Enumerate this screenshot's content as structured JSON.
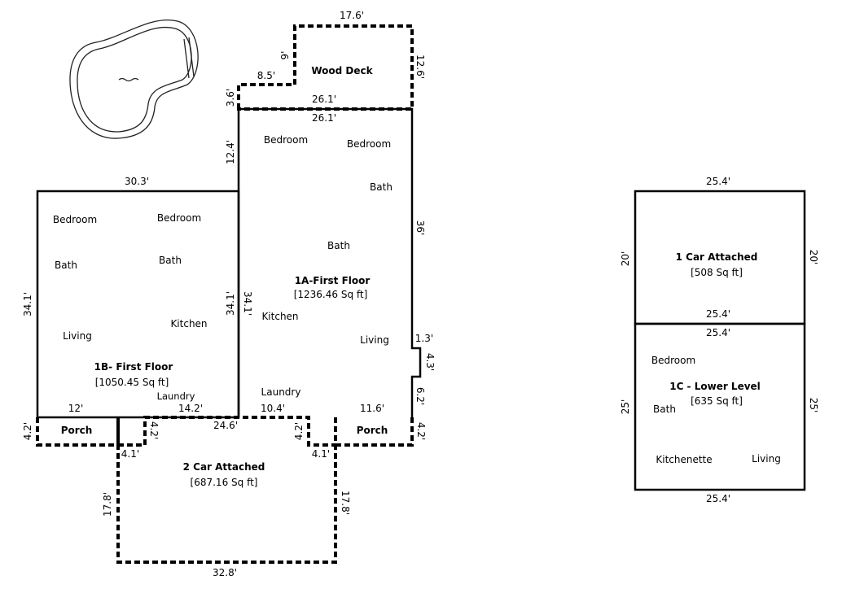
{
  "wood_deck": {
    "title": "Wood Deck",
    "dims": {
      "top": "17.6'",
      "right": "12.6'",
      "step_v": "9'",
      "step_h": "8.5'",
      "left": "3.6'",
      "bottom": "26.1'"
    }
  },
  "unit_1a": {
    "title": "1A-First Floor",
    "area": "[1236.46 Sq ft]",
    "rooms": [
      "Bedroom",
      "Bedroom",
      "Bath",
      "Bath",
      "Kitchen",
      "Living",
      "Laundry"
    ],
    "dims": {
      "top": "26.1'",
      "left_upper": "12.4'",
      "right": "36'",
      "inner_left": "34.1'",
      "jog_h": "1.3'",
      "jog_v": "4.3'",
      "lower_right": "6.2'",
      "bottom_left": "10.4'"
    }
  },
  "unit_1b": {
    "title": "1B- First Floor",
    "area": "[1050.45 Sq ft]",
    "rooms": [
      "Bedroom",
      "Bedroom",
      "Bath",
      "Bath",
      "Kitchen",
      "Living",
      "Laundry"
    ],
    "dims": {
      "top": "30.3'",
      "left": "34.1'",
      "inner_right": "34.1'",
      "bottom_left": "12'",
      "bottom_right": "14.2'"
    }
  },
  "porches": {
    "label": "Porch",
    "left": {
      "height": "4.2'",
      "right_height": "4.2'"
    },
    "right": {
      "width": "11.6'",
      "left_height": "4.2'",
      "right_height": "4.2'"
    }
  },
  "garage_2car": {
    "title": "2 Car Attached",
    "area": "[687.16 Sq ft]",
    "dims": {
      "top": "24.6'",
      "left": "17.8'",
      "right": "17.8'",
      "bottom": "32.8'",
      "step_left": "4.1'",
      "step_right": "4.1'"
    }
  },
  "garage_1car": {
    "title": "1 Car Attached",
    "area": "[508 Sq ft]",
    "dims": {
      "top": "25.4'",
      "left": "20'",
      "right": "20'",
      "bottom": "25.4'"
    }
  },
  "unit_1c": {
    "title": "1C - Lower Level",
    "area": "[635 Sq ft]",
    "rooms": [
      "Bedroom",
      "Bath",
      "Kitchenette",
      "Living"
    ],
    "dims": {
      "top": "25.4'",
      "left": "25'",
      "right": "25'",
      "bottom": "25.4'"
    }
  },
  "pool": {
    "icon": "pool-icon"
  }
}
